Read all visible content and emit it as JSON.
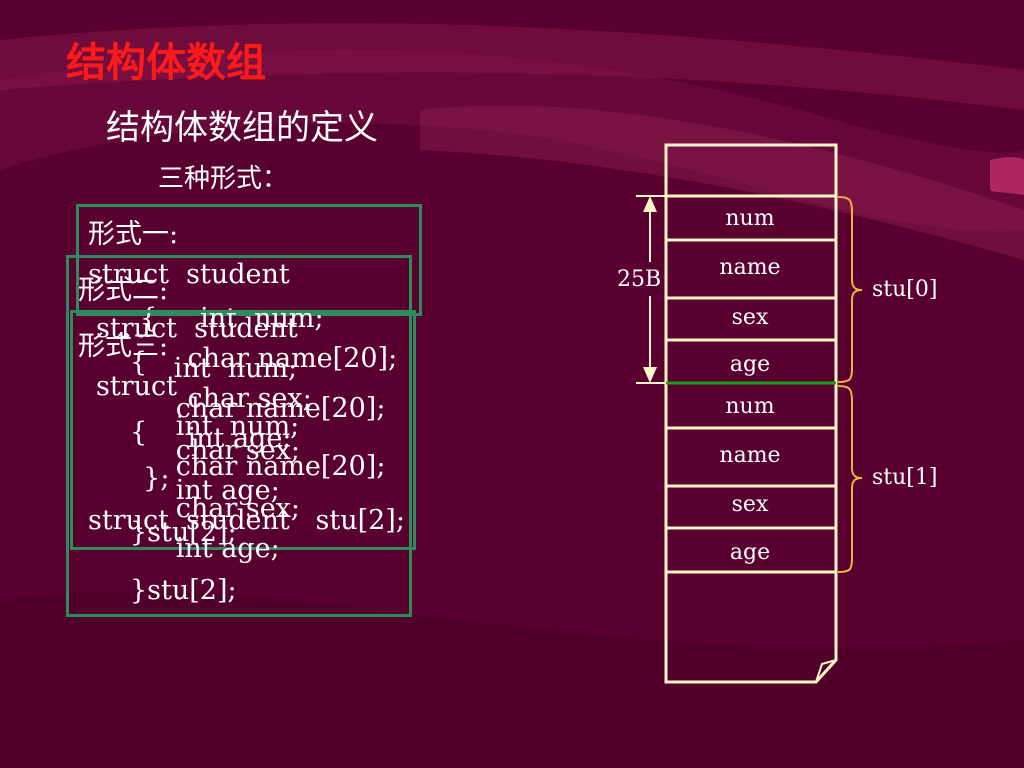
{
  "slide": {
    "title": "结构体数组",
    "subtitle": "结构体数组的定义",
    "forms_label": "三种形式："
  },
  "form1": {
    "label": "形式一:",
    "lines": [
      "struct  student",
      "{     int  num;",
      "      char name[20];",
      "      char sex;",
      "      int age;",
      "  };",
      "struct  student   stu[2];"
    ]
  },
  "form2": {
    "label": "形式二:",
    "lines": [
      "struct  student",
      "{",
      "   int  num;",
      "   char name[20];",
      "   char sex;",
      "   int age;",
      "}stu[2];"
    ]
  },
  "form3": {
    "label": "形式三:",
    "lines": [
      "struct",
      "{",
      "   int  num;",
      "   char name[20];",
      "   char sex;",
      "   int age;",
      "}stu[2];"
    ]
  },
  "memory": {
    "cells": [
      "num",
      "name",
      "sex",
      "age",
      "num",
      "name",
      "sex",
      "age"
    ],
    "size_label": "25B",
    "stu0_label": "stu[0]",
    "stu1_label": "stu[1]"
  },
  "colors": {
    "background": "#5a0030",
    "title": "#ff1a1a",
    "box_border": "#2e8b5e",
    "memory_border": "#fff6c8",
    "brace": "#f0b040",
    "divider": "#1aa01a"
  }
}
